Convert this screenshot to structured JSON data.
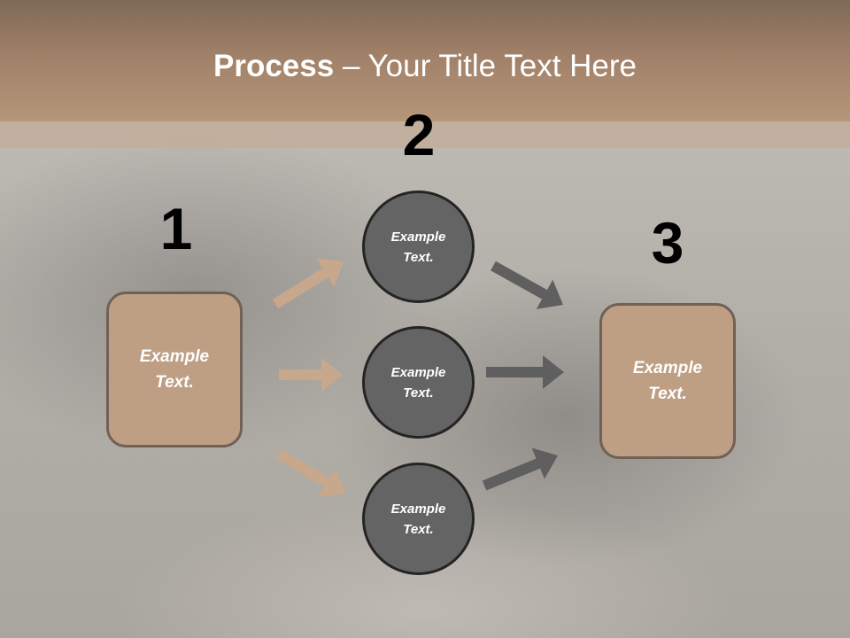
{
  "slide": {
    "title_bold": "Process",
    "title_rest": " – Your Title Text Here"
  },
  "steps": [
    {
      "number": "1",
      "text": "Example Text."
    },
    {
      "number": "2",
      "text": "Example Text."
    },
    {
      "number": "3",
      "text": "Example Text."
    }
  ],
  "circles": [
    {
      "text": "Example Text."
    },
    {
      "text": "Example Text."
    },
    {
      "text": "Example Text."
    }
  ],
  "colors": {
    "header": "#a08068",
    "box_fill": "#bf9f84",
    "box_border": "#6f6156",
    "circle_fill": "#646464",
    "circle_border": "#242424",
    "arrow_tan": "#c8a88c",
    "arrow_gray": "#5f5f5f"
  }
}
